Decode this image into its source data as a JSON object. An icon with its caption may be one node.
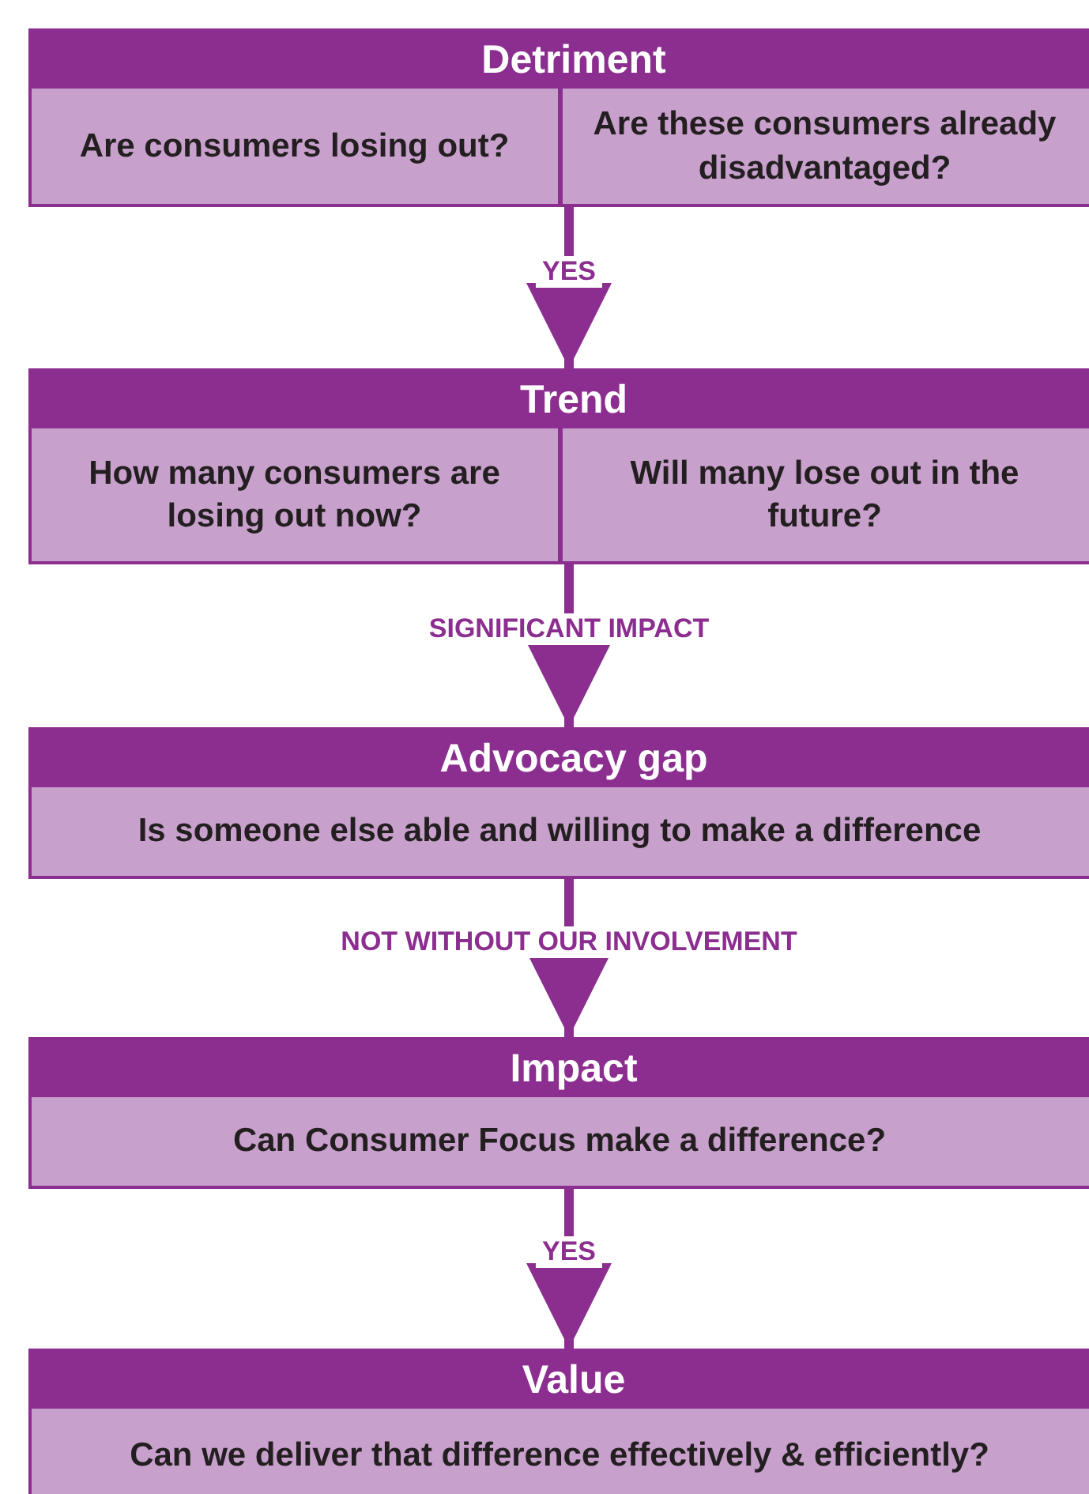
{
  "diagram": {
    "nodes": [
      {
        "text": [
          "Detriment"
        ]
      },
      {
        "text": [
          "Are consumers losing out?"
        ],
        "in": 0
      },
      {
        "text": [
          "Are these consumers already disadvantaged?"
        ],
        "in": 0
      },
      {
        "text": [
          "Trend"
        ]
      },
      {
        "text": [
          "How many consumers are losing out now?"
        ],
        "in": 3
      },
      {
        "text": [
          "Will many lose out in the future?"
        ],
        "in": 3
      },
      {
        "text": [
          "Advocacy gap"
        ]
      },
      {
        "text": [
          "Is someone else able and willing to make a difference"
        ],
        "in": 6
      },
      {
        "text": [
          "Impact"
        ]
      },
      {
        "text": [
          "Can Consumer Focus make a difference?"
        ],
        "in": 8
      },
      {
        "text": [
          "Value"
        ]
      },
      {
        "text": [
          "Can we deliver that difference effectively & efficiently?"
        ],
        "in": 10
      }
    ],
    "edges": [
      {
        "from": 0,
        "to": 3,
        "arrow": "to",
        "label": "YES"
      },
      {
        "from": 3,
        "to": 6,
        "arrow": "to",
        "label": "SIGNIFICANT IMPACT"
      },
      {
        "from": 6,
        "to": 8,
        "arrow": "to",
        "label": "NOT WITHOUT OUR INVOLVEMENT"
      },
      {
        "from": 8,
        "to": 10,
        "arrow": "to",
        "label": "YES"
      }
    ]
  }
}
